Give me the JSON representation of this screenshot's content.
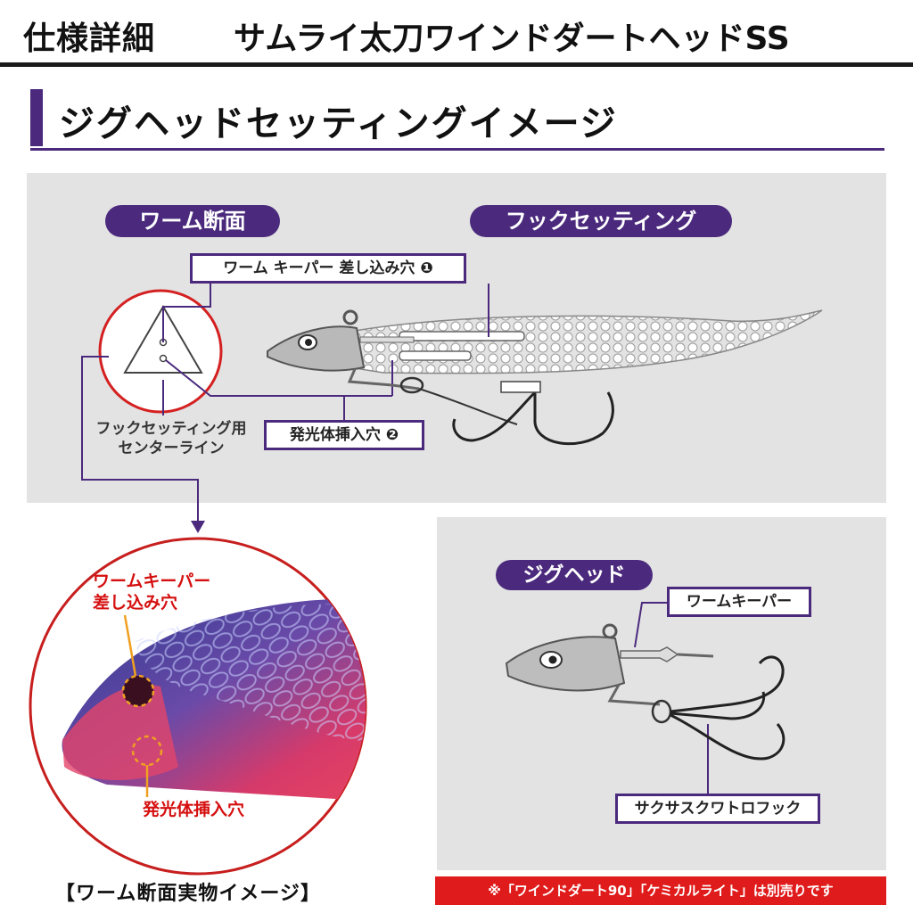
{
  "header": {
    "spec_label": "仕様詳細",
    "product_name": "サムライ太刀ワインドダートヘッドSS"
  },
  "section": {
    "title": "ジグヘッドセッティングイメージ"
  },
  "top_panel": {
    "worm_section_pill": "ワーム断面",
    "hook_setting_pill": "フックセッティング",
    "worm_keeper_hole_label": "ワーム キーパー 差し込み穴 ❶",
    "light_insert_hole_label": "発光体挿入穴 ❷",
    "center_line_label_1": "フックセッティング用",
    "center_line_label_2": "センターライン"
  },
  "photo": {
    "keeper_hole_label_1": "ワームキーパー",
    "keeper_hole_label_2": "差し込み穴",
    "light_hole_label": "発光体挿入穴",
    "caption": "【ワーム断面実物イメージ】"
  },
  "bottom_panel": {
    "jighead_pill": "ジグヘッド",
    "worm_keeper_label": "ワームキーパー",
    "hook_label": "サクサスクワトロフック"
  },
  "note": "※「ワインドダート90」「ケミカルライト」は別売りです",
  "colors": {
    "accent_purple": "#4b2a7d",
    "panel_gray": "#e3e3e3",
    "circle_red": "#d42020",
    "note_red": "#e01b1b"
  }
}
